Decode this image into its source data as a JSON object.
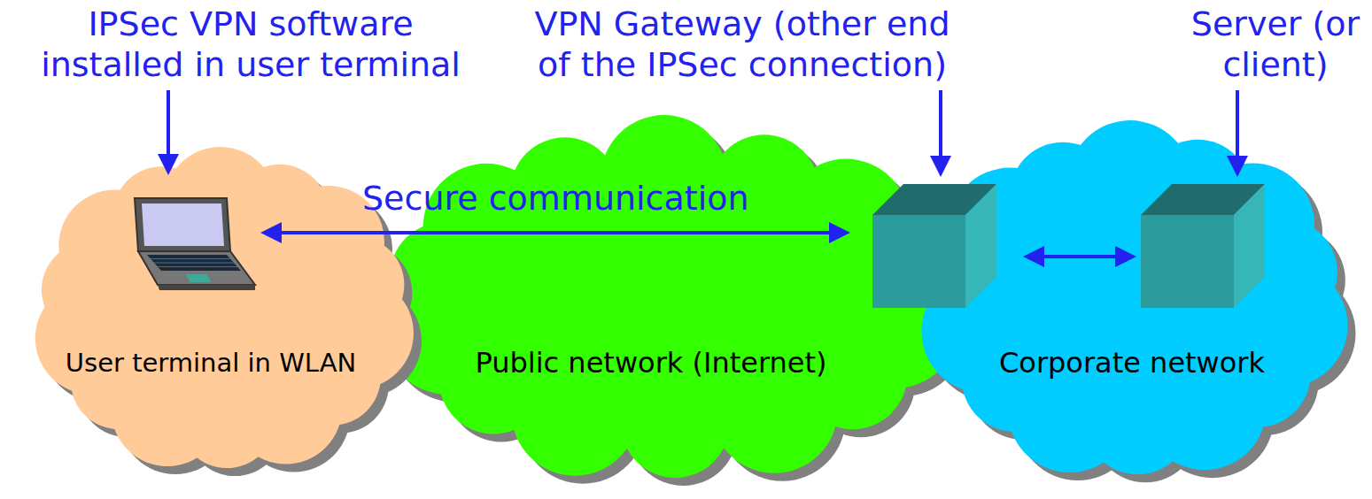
{
  "diagram": {
    "nodes": [
      {
        "text": [
          "User terminal in WLAN"
        ]
      },
      {
        "text": [
          "Public network (Internet)"
        ]
      },
      {
        "text": [
          "Corporate network"
        ]
      },
      {
        "text": [
          "IPSec VPN software installed in user terminal"
        ]
      },
      {
        "text": [
          "VPN Gateway (other end of the IPSec connection)"
        ]
      },
      {
        "text": [
          "Server (or client)"
        ]
      }
    ],
    "edges": [
      {
        "from": 3,
        "to": 4,
        "arrow": "both",
        "label": "Secure communication"
      },
      {
        "from": 4,
        "to": 5,
        "arrow": "both"
      }
    ]
  }
}
